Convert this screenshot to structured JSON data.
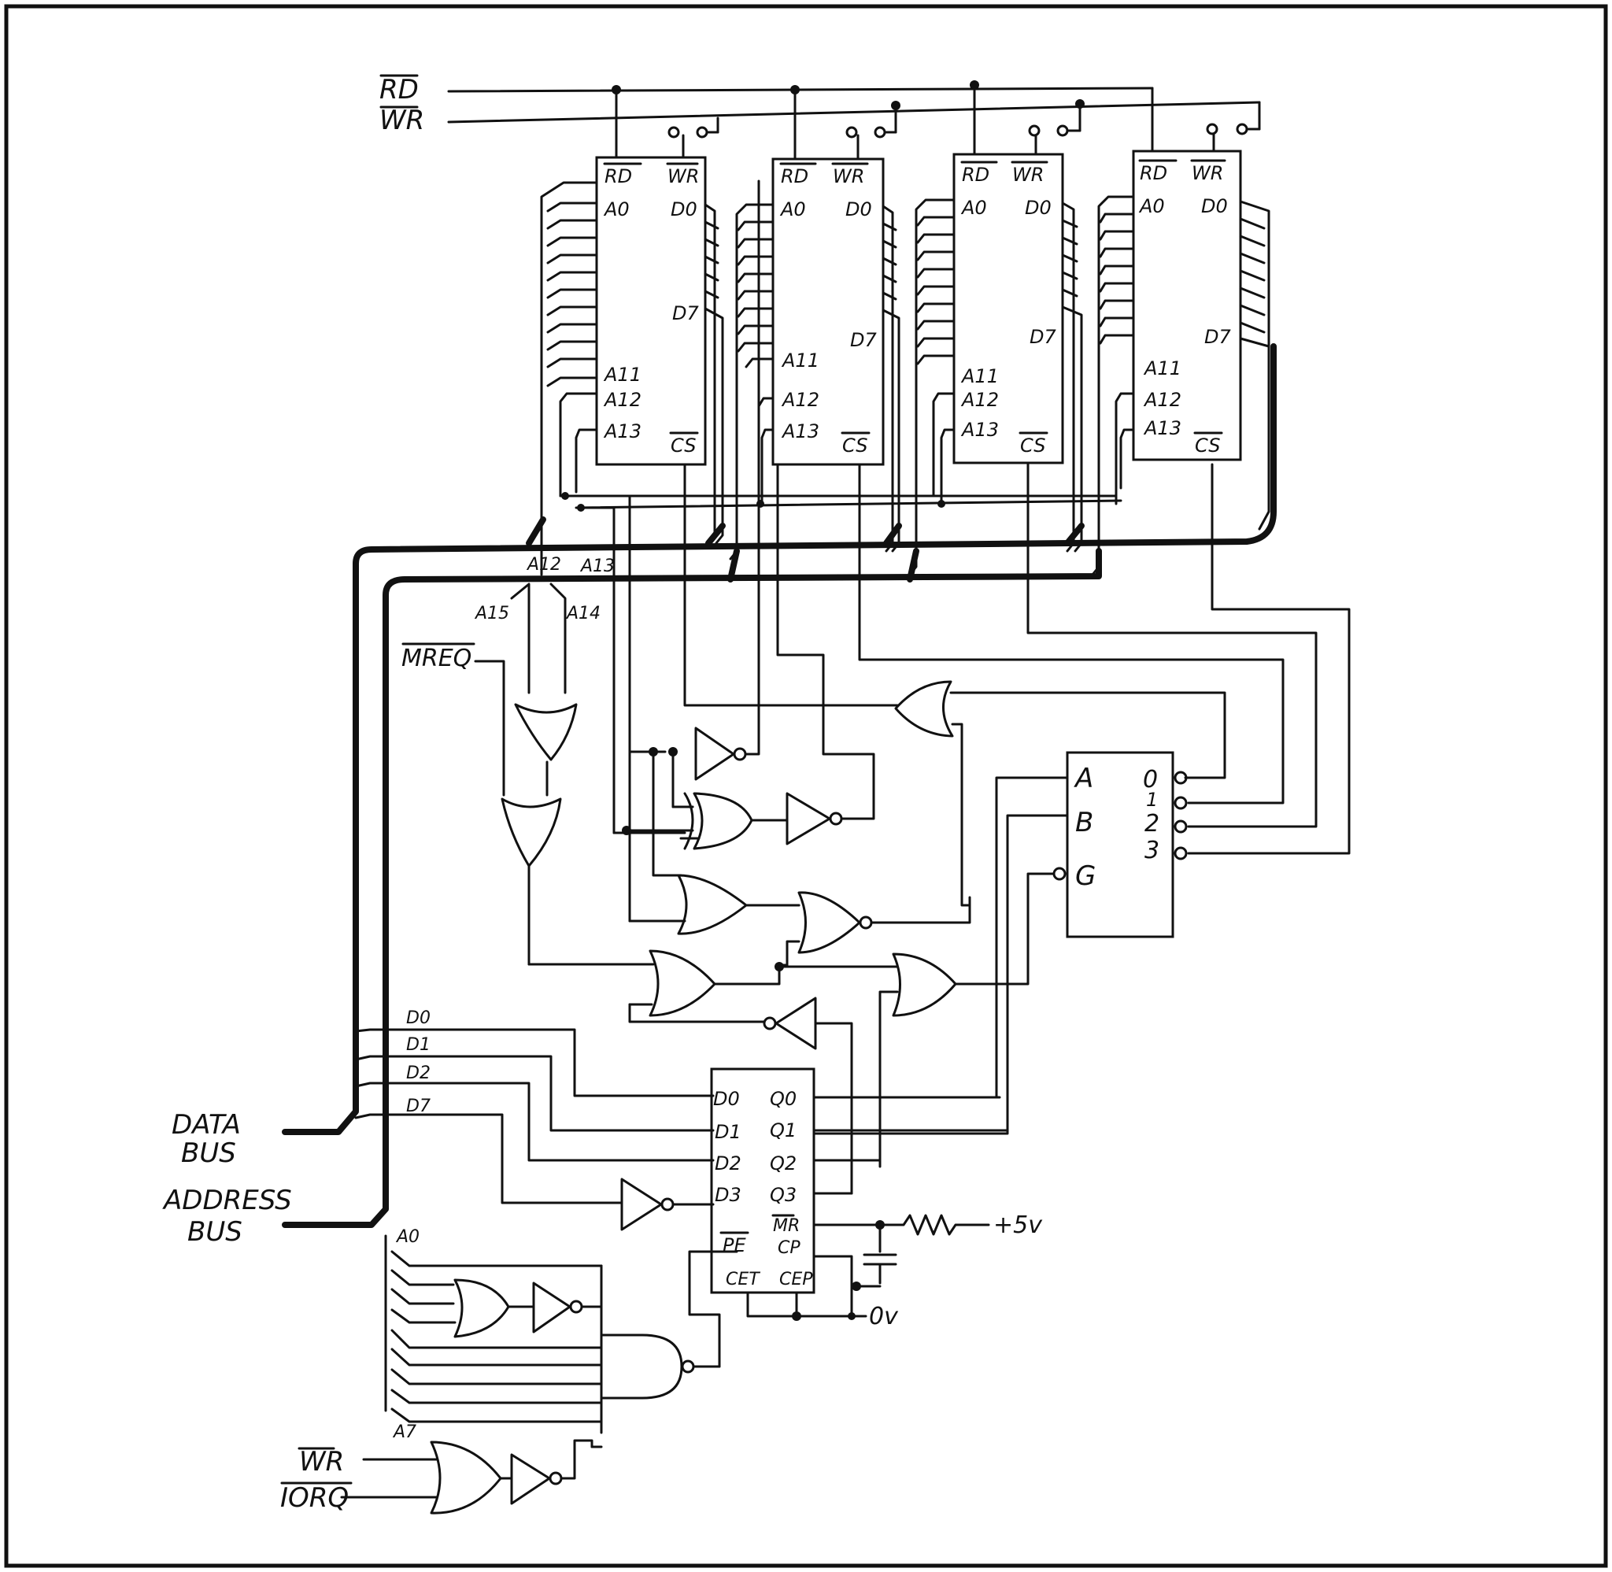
{
  "signals": {
    "rd": "RD",
    "wr": "WR",
    "mreq": "MREQ",
    "wr2": "WR",
    "iorq": "IORQ",
    "a12": "A12",
    "a13": "A13",
    "a14": "A14",
    "a15": "A15",
    "a0": "A0",
    "a7": "A7",
    "d0": "D0",
    "d1": "D1",
    "d2": "D2",
    "d7": "D7"
  },
  "bus_labels": {
    "data_line1": "DATA",
    "data_line2": "BUS",
    "address_line1": "ADDRESS",
    "address_line2": "BUS"
  },
  "chips": [
    {
      "rd": "RD",
      "wr": "WR",
      "a0": "A0",
      "d0": "D0",
      "d7": "D7",
      "a11": "A11",
      "a12": "A12",
      "a13": "A13",
      "cs": "CS"
    },
    {
      "rd": "RD",
      "wr": "WR",
      "a0": "A0",
      "d0": "D0",
      "d7": "D7",
      "a11": "A11",
      "a12": "A12",
      "a13": "A13",
      "cs": "CS"
    },
    {
      "rd": "RD",
      "wr": "WR",
      "a0": "A0",
      "d0": "D0",
      "d7": "D7",
      "a11": "A11",
      "a12": "A12",
      "a13": "A13",
      "cs": "CS"
    },
    {
      "rd": "RD",
      "wr": "WR",
      "a0": "A0",
      "d0": "D0",
      "d7": "D7",
      "a11": "A11",
      "a12": "A12",
      "a13": "A13",
      "cs": "CS"
    }
  ],
  "decoder": {
    "a": "A",
    "b": "B",
    "g": "G",
    "o0": "0",
    "o1": "1",
    "o2": "2",
    "o3": "3"
  },
  "latch": {
    "d0": "D0",
    "d1": "D1",
    "d2": "D2",
    "d3": "D3",
    "q0": "Q0",
    "q1": "Q1",
    "q2": "Q2",
    "q3": "Q3",
    "pe": "PE",
    "mr": "MR",
    "cp": "CP",
    "cet": "CET",
    "cep": "CEP"
  },
  "power": {
    "vcc": "+5v",
    "gnd": "0v"
  }
}
